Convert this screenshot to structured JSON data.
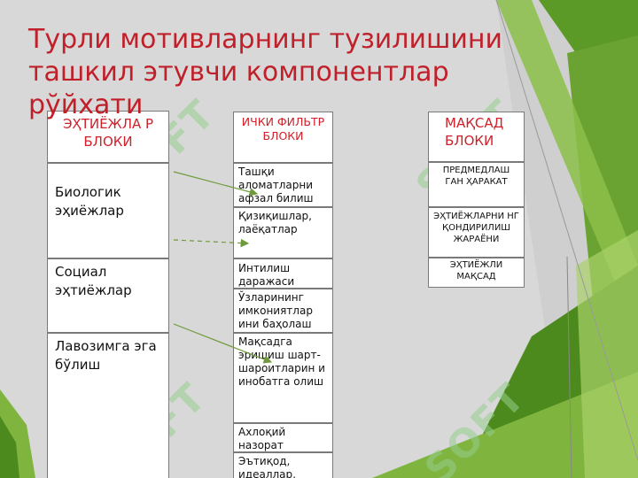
{
  "title": "Турли мотивларнинг тузилишини ташкил этувчи компонентлар рўйхати",
  "watermark_text": "SOFT",
  "colors": {
    "title": "#c0202a",
    "header_text": "#d0202a",
    "green_dark": "#4f8a1f",
    "green_light": "#8dbf3a",
    "bg_gray": "#d9d9d9"
  },
  "column1": {
    "header": "ЭҲТИЁЖЛА Р БЛОКИ",
    "items": [
      "Биологик эҳиёжлар",
      "Социал эҳтиёжлар",
      "Лавозимга эга бўлиш"
    ]
  },
  "column2": {
    "header": "ИЧКИ ФИЛЬТР БЛОКИ",
    "items": [
      "Ташқи аломатларни афзал билиш",
      "Қизиқишлар, лаёқатлар",
      " Интилиш даражаси",
      "Ўзларининг имкониятлар ини баҳолаш",
      "Мақсадга эришиш шарт-шароитларин и инобатга олиш",
      "Ахлоқий назорат",
      "Эътиқод, идеаллар,"
    ]
  },
  "column3": {
    "header": "МАҚСАД БЛОКИ",
    "items": [
      "ПРЕДМЕДЛАШ ГАН ҲАРАКАТ",
      "ЭҲТИЁЖЛАРНИ НГ ҚОНДИРИЛИШ ЖАРАЁНИ",
      "ЭҲТИЁЖЛИ МАҚСАД"
    ]
  }
}
